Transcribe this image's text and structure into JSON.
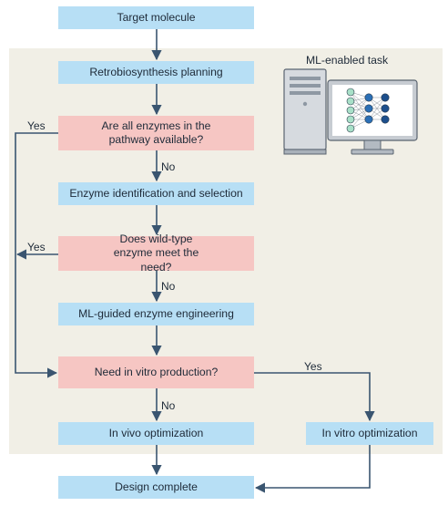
{
  "boxes": {
    "target": "Target molecule",
    "retro": "Retrobiosynthesis planning",
    "q_enzymes": "Are all enzymes in the pathway available?",
    "enzyme_id": "Enzyme identification and selection",
    "q_wildtype": "Does wild-type enzyme meet the need?",
    "ml_engineering": "ML-guided enzyme engineering",
    "q_invitro": "Need in vitro production?",
    "in_vivo": "In vivo optimization",
    "in_vitro": "In vitro optimization",
    "design_complete": "Design complete"
  },
  "labels": {
    "ml_task": "ML-enabled task",
    "yes1": "Yes",
    "no1": "No",
    "yes2": "Yes",
    "no2": "No",
    "yes3": "Yes",
    "no3": "No"
  },
  "icons": [
    "computer-icon",
    "neural-network-icon"
  ],
  "colors": {
    "process_box": "#b7dff5",
    "decision_box": "#f6c6c3",
    "panel": "#f1efe6",
    "arrow": "#3a5570"
  }
}
